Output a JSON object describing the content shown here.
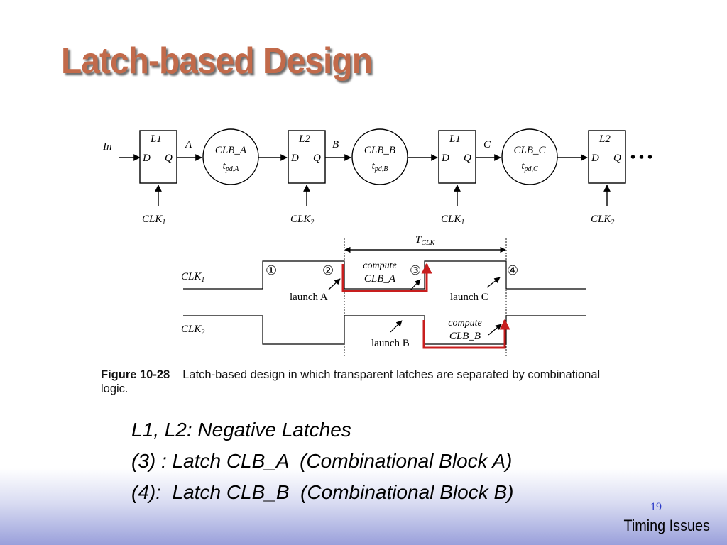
{
  "slide": {
    "title": "Latch-based Design",
    "page_number": "19",
    "footer": "Timing Issues"
  },
  "schematic": {
    "input_label": "In",
    "continuation": "• • •",
    "latches": [
      {
        "name": "L1",
        "d": "D",
        "q": "Q",
        "clk": "CLK",
        "clk_sub": "1"
      },
      {
        "name": "L2",
        "d": "D",
        "q": "Q",
        "clk": "CLK",
        "clk_sub": "2"
      },
      {
        "name": "L1",
        "d": "D",
        "q": "Q",
        "clk": "CLK",
        "clk_sub": "1"
      },
      {
        "name": "L2",
        "d": "D",
        "q": "Q",
        "clk": "CLK",
        "clk_sub": "2"
      }
    ],
    "nets": [
      "A",
      "B",
      "C"
    ],
    "blocks": [
      {
        "name": "CLB_A",
        "t": "t",
        "t_sub": "pd,A"
      },
      {
        "name": "CLB_B",
        "t": "t",
        "t_sub": "pd,B"
      },
      {
        "name": "CLB_C",
        "t": "t",
        "t_sub": "pd,C"
      }
    ]
  },
  "timing": {
    "period": {
      "t": "T",
      "sub": "CLK"
    },
    "clk1": {
      "name": "CLK",
      "sub": "1"
    },
    "clk2": {
      "name": "CLK",
      "sub": "2"
    },
    "markers": [
      "①",
      "②",
      "③",
      "④"
    ],
    "annotations": {
      "launch_a": "launch A",
      "launch_b": "launch B",
      "launch_c": "launch C",
      "compute_a": {
        "line1": "compute",
        "line2": "CLB_A"
      },
      "compute_b": {
        "line1": "compute",
        "line2": "CLB_B"
      }
    },
    "highlight_color": "#c81e1e"
  },
  "caption": {
    "figure": "Figure 10-28",
    "text": "Latch-based design in which transparent latches are separated by combinational logic."
  },
  "bullets": [
    "L1, L2: Negative Latches",
    "(3) : Latch CLB_A  (Combinational Block A)",
    "(4):  Latch CLB_B  (Combinational Block B)"
  ]
}
